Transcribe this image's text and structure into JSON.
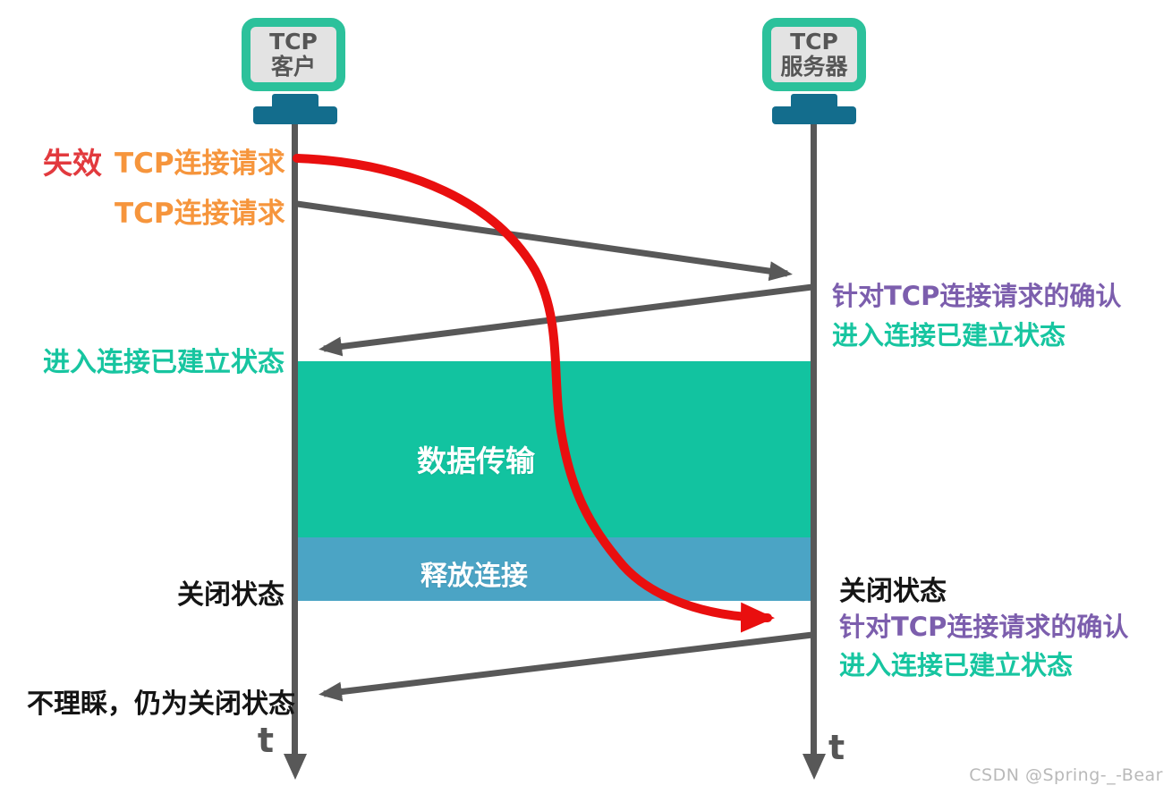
{
  "diagram": {
    "title_hint": "TCP invalid connection request timeline diagram",
    "client": {
      "name_line1": "TCP",
      "name_line2": "客户"
    },
    "server": {
      "name_line1": "TCP",
      "name_line2": "服务器"
    },
    "left_labels": {
      "invalid_tag": "失效",
      "request_first": "TCP连接请求",
      "request_second": "TCP连接请求",
      "established": "进入连接已建立状态",
      "closed": "关闭状态",
      "ignore": "不理睬，仍为关闭状态",
      "time_axis": "t"
    },
    "right_labels": {
      "ack_first": "针对TCP连接请求的确认",
      "established_first": "进入连接已建立状态",
      "closed": "关闭状态",
      "ack_second": "针对TCP连接请求的确认",
      "established_second": "进入连接已建立状态",
      "time_axis": "t"
    },
    "bands": {
      "data_transfer": "数据传输",
      "release_connection": "释放连接"
    },
    "watermark": "CSDN @Spring-_-Bear",
    "colors": {
      "teal_band": "#12c3a0",
      "blue_band": "#4ba4c5",
      "monitor_frame": "#2cc19b",
      "monitor_screen": "#e3e3e3",
      "monitor_stand": "#136d8d",
      "timeline_gray": "#585858",
      "arrow_red": "#e90f0f",
      "label_orange": "#f6953c",
      "label_purple": "#7c5ead",
      "label_teal": "#17c5a0",
      "label_red": "#e23a3e",
      "label_black": "#141414",
      "watermark_gray": "#b9b9b9"
    }
  }
}
